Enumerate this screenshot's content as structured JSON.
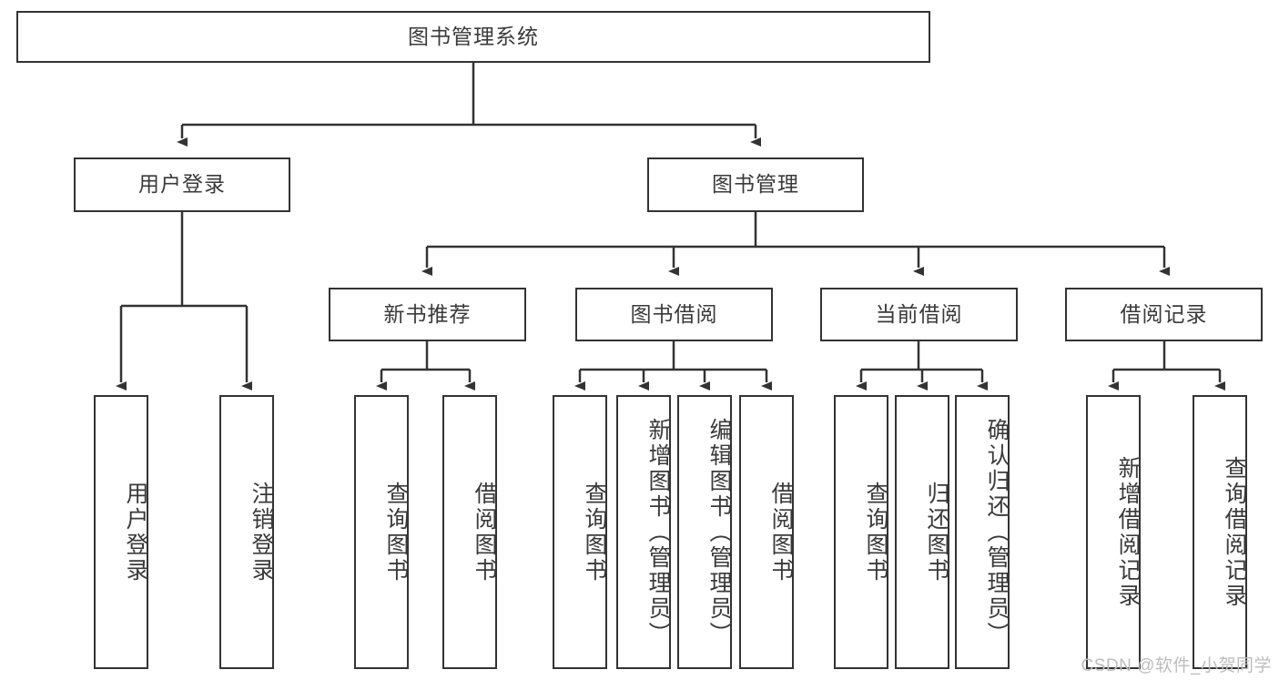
{
  "diagram": {
    "title": "图书管理系统",
    "type": "tree-hierarchy-diagram",
    "line_color": "#333333",
    "text_color": "#3a3a3a",
    "background_color": "#ffffff",
    "root": {
      "label": "图书管理系统"
    },
    "level2": [
      {
        "label": "用户登录"
      },
      {
        "label": "图书管理"
      }
    ],
    "level3": [
      {
        "label": "新书推荐"
      },
      {
        "label": "图书借阅"
      },
      {
        "label": "当前借阅"
      },
      {
        "label": "借阅记录"
      }
    ],
    "leaves": {
      "user_login": [
        {
          "label": "用户登录"
        },
        {
          "label": "注销登录"
        }
      ],
      "new_book_recommend": [
        {
          "label": "查询图书"
        },
        {
          "label": "借阅图书"
        }
      ],
      "book_borrow": [
        {
          "label": "查询图书"
        },
        {
          "label": "新增图书（管理员）"
        },
        {
          "label": "编辑图书（管理员）"
        },
        {
          "label": "借阅图书"
        }
      ],
      "current_borrow": [
        {
          "label": "查询图书"
        },
        {
          "label": "归还图书"
        },
        {
          "label": "确认归还（管理员）"
        }
      ],
      "borrow_record": [
        {
          "label": "新增借阅记录"
        },
        {
          "label": "查询借阅记录"
        }
      ]
    }
  },
  "watermark": {
    "text": "CSDN @软件_小贺同学"
  }
}
